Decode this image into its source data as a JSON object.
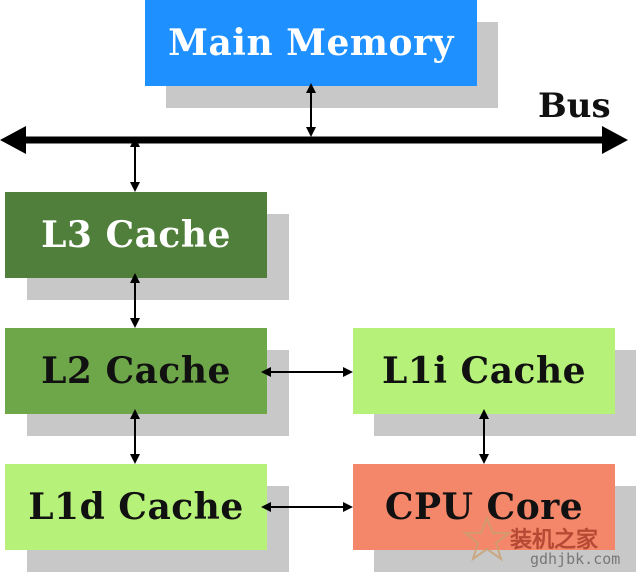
{
  "colors": {
    "main_memory": "#1e90ff",
    "l3": "#4f7f3a",
    "l2": "#6ea64a",
    "l1": "#b6f27a",
    "cpu": "#f4866a",
    "shadow": "#c8c8c8",
    "line": "#000000"
  },
  "boxes": {
    "main_memory": "Main Memory",
    "l3": "L3 Cache",
    "l2": "L2 Cache",
    "l1i": "L1i Cache",
    "l1d": "L1d Cache",
    "cpu": "CPU Core"
  },
  "bus": {
    "label": "Bus"
  },
  "watermark": {
    "text": "装机之家",
    "url": "gdhjbk.com"
  }
}
